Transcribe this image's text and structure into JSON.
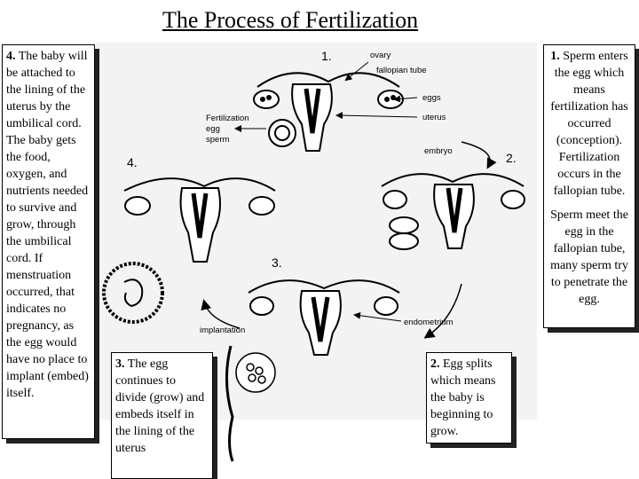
{
  "title": "The Process of Fertilization",
  "steps": {
    "step1": {
      "number": "1.",
      "lead": "1.",
      "text": " Sperm enters the egg which means fertilization has occurred (conception). Fertilization occurs in the fallopian tube.",
      "extra": "Sperm meet the egg in the fallopian tube, many sperm try to penetrate the egg."
    },
    "step2": {
      "number": "2.",
      "lead": "2.",
      "text": " Egg splits which means the baby is beginning to grow."
    },
    "step3": {
      "number": "3.",
      "lead": "3.",
      "text": " The egg continues to divide (grow) and embeds itself in the lining of the uterus"
    },
    "step4": {
      "number": "4.",
      "lead": "4.",
      "text": " The baby will be attached to the lining of the uterus by the umbilical cord. The baby gets the food, oxygen, and nutrients needed to survive and grow, through the umbilical cord.  If menstruation occurred, that indicates no pregnancy, as the egg would have no place to implant (embed) itself."
    }
  },
  "diagram_labels": {
    "ovary": "ovary",
    "fallopian_tube": "fallopian tube",
    "eggs": "eggs",
    "uterus": "uterus",
    "fertilization": "Fertilization",
    "egg": "egg",
    "sperm": "sperm",
    "embryo": "embryo",
    "endometrium": "endometrium",
    "implantation": "implantation"
  }
}
